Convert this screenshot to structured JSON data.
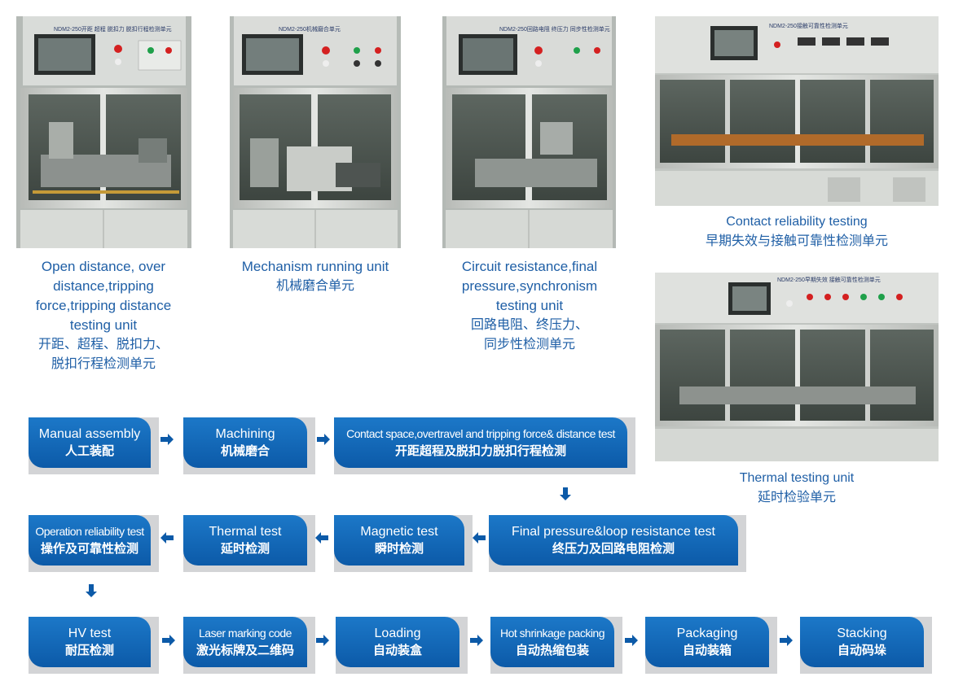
{
  "photos": [
    {
      "id": "p1",
      "panel_text": "NDM2-250开距  超程  脱扣力  脱扣行程检测单元"
    },
    {
      "id": "p2",
      "panel_text": "NDM2-250机械磨合单元"
    },
    {
      "id": "p3",
      "panel_text": "NDM2-250回路电阻  终压力  同步性检测单元"
    },
    {
      "id": "p4",
      "panel_text": "NDM2-250接触可靠性检测单元"
    },
    {
      "id": "p5",
      "panel_text": "NDM2-250早期失效  接触可靠性检测单元"
    }
  ],
  "captions": {
    "c1": {
      "en": [
        "Open distance, over",
        "distance,tripping",
        "force,tripping distance",
        "testing unit"
      ],
      "zh": [
        "开距、超程、脱扣力、",
        "脱扣行程检测单元"
      ]
    },
    "c2": {
      "en": [
        "Mechanism running unit"
      ],
      "zh": [
        "机械磨合单元"
      ]
    },
    "c3": {
      "en": [
        "Circuit resistance,final",
        "pressure,synchronism",
        "testing unit"
      ],
      "zh": [
        "回路电阻、终压力、",
        "同步性检测单元"
      ]
    },
    "c4": {
      "en": [
        "Contact reliability testing"
      ],
      "zh": [
        "早期失效与接触可靠性检测单元"
      ]
    },
    "c5": {
      "en": [
        "Thermal testing unit"
      ],
      "zh": [
        "延时检验单元"
      ]
    }
  },
  "flow": {
    "s1": {
      "en": "Manual assembly",
      "zh": "人工装配"
    },
    "s2": {
      "en": "Machining",
      "zh": "机械磨合"
    },
    "s3": {
      "en": "Contact space,overtravel and tripping force& distance test",
      "zh": "开距超程及脱扣力脱扣行程检测"
    },
    "s4": {
      "en": "Final pressure&loop resistance test",
      "zh": "终压力及回路电阻检测"
    },
    "s5": {
      "en": "Magnetic test",
      "zh": "瞬时检测"
    },
    "s6": {
      "en": "Thermal test",
      "zh": "延时检测"
    },
    "s7": {
      "en": "Operation reliability test",
      "zh": "操作及可靠性检测"
    },
    "s8": {
      "en": "HV test",
      "zh": "耐压检测"
    },
    "s9": {
      "en": "Laser marking code",
      "zh": "激光标牌及二维码"
    },
    "s10": {
      "en": "Loading",
      "zh": "自动装盒"
    },
    "s11": {
      "en": "Hot shrinkage packing",
      "zh": "自动热缩包装"
    },
    "s12": {
      "en": "Packaging",
      "zh": "自动装箱"
    },
    "s13": {
      "en": "Stacking",
      "zh": "自动码垛"
    }
  },
  "colors": {
    "accent": "#0c5aa8",
    "caption": "#1f5fa6",
    "shadow": "#d3d4d6"
  },
  "icons": {
    "flow_arrow": "arrow-icon"
  }
}
